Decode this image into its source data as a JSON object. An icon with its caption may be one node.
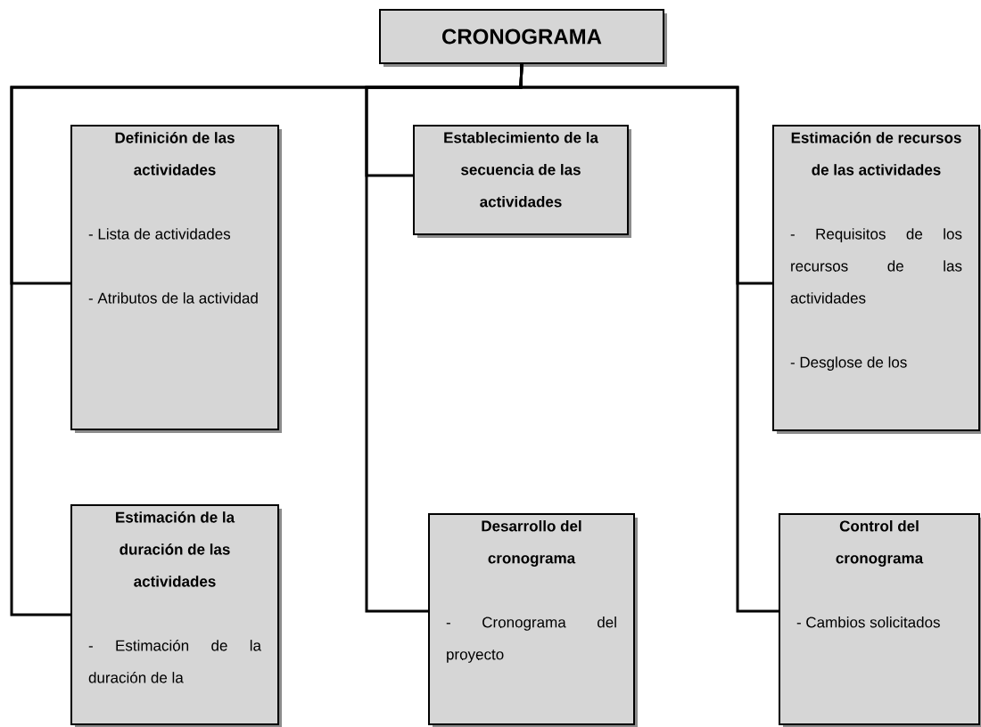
{
  "diagram": {
    "nodes": [
      {
        "text": [
          "CRONOGRAMA"
        ]
      },
      {
        "text": [
          "Definición de las actividades",
          "- Lista de actividades",
          "- Atributos de la actividad"
        ]
      },
      {
        "text": [
          "Establecimiento de la secuencia de las actividades"
        ]
      },
      {
        "text": [
          "Estimación de recursos de las actividades",
          "- Requisitos de los recursos de las actividades",
          "- Desglose de los"
        ]
      },
      {
        "text": [
          "Estimación de la duración de las actividades",
          "- Estimación de la duración de la"
        ]
      },
      {
        "text": [
          "Desarrollo del cronograma",
          "- Cronograma del proyecto"
        ]
      },
      {
        "text": [
          "Control del cronograma",
          "- Cambios solicitados"
        ]
      }
    ],
    "edges": [
      {
        "from": 0,
        "to": 1,
        "arrow": "none"
      },
      {
        "from": 0,
        "to": 2,
        "arrow": "none"
      },
      {
        "from": 0,
        "to": 3,
        "arrow": "none"
      },
      {
        "from": 0,
        "to": 4,
        "arrow": "none"
      },
      {
        "from": 0,
        "to": 5,
        "arrow": "none"
      },
      {
        "from": 0,
        "to": 6,
        "arrow": "none"
      }
    ]
  }
}
